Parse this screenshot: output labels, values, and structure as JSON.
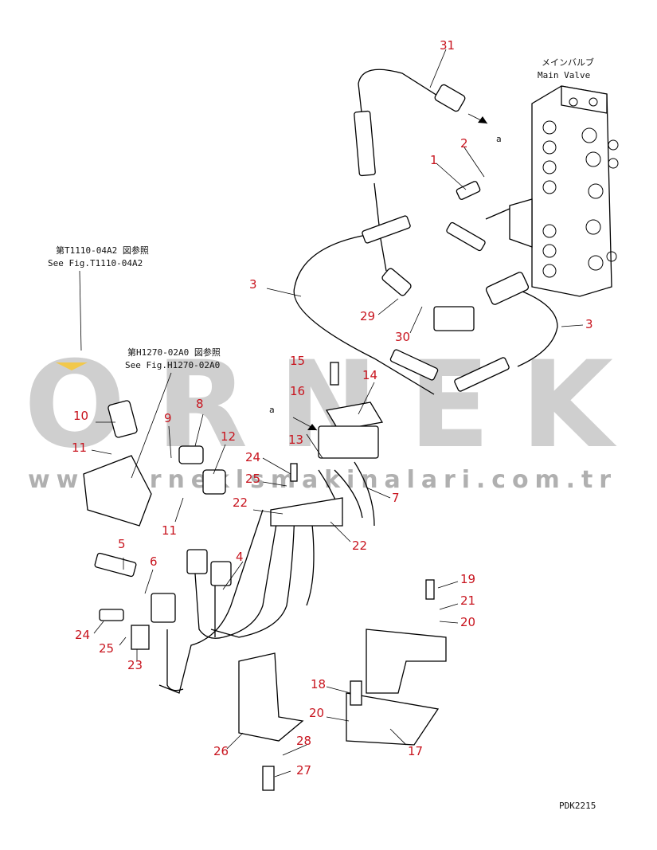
{
  "watermark": {
    "logo": "ORNEK",
    "url": "www.orneklsmakinalari.com.tr"
  },
  "labels": {
    "main_valve_jp": "メインバルブ",
    "main_valve_en": "Main Valve",
    "see_t_jp": "第T1110-04A2 図参照",
    "see_t_en": "See Fig.T1110-04A2",
    "see_h_jp": "第H1270-02A0 図参照",
    "see_h_en": "See Fig.H1270-02A0",
    "ref_a_top": "a",
    "ref_a_mid": "a",
    "code": "PDK2215"
  },
  "callouts": [
    "31",
    "2",
    "1",
    "3",
    "3",
    "29",
    "30",
    "15",
    "16",
    "14",
    "13",
    "24",
    "25",
    "22",
    "7",
    "22",
    "10",
    "11",
    "9",
    "8",
    "12",
    "11",
    "5",
    "6",
    "4",
    "24",
    "25",
    "23",
    "19",
    "21",
    "20",
    "18",
    "20",
    "26",
    "28",
    "27",
    "17"
  ],
  "colors": {
    "callout": "#c8141e",
    "line": "#000000",
    "watermark": "#cfcfcf"
  }
}
